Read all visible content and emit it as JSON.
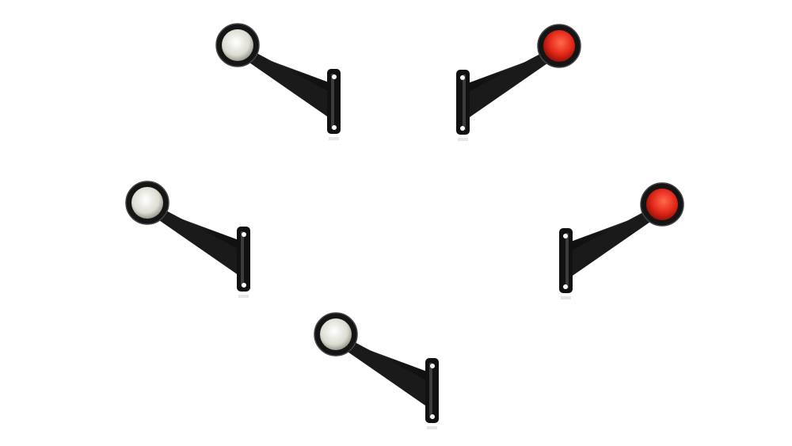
{
  "lamps": [
    {
      "name": "white-lamp-top-left",
      "lens": "white",
      "lens_color": "#e8e8e0",
      "facing": "left"
    },
    {
      "name": "red-lamp-top-right",
      "lens": "red",
      "lens_color": "#e52a1c",
      "facing": "right"
    },
    {
      "name": "white-lamp-middle-left",
      "lens": "white",
      "lens_color": "#e8e8e0",
      "facing": "left"
    },
    {
      "name": "red-lamp-middle-right",
      "lens": "red",
      "lens_color": "#e52a1c",
      "facing": "right"
    },
    {
      "name": "white-lamp-bottom-center",
      "lens": "white",
      "lens_color": "#e8e8e0",
      "facing": "left"
    }
  ],
  "colors": {
    "background": "#ffffff",
    "housing": "#141414",
    "arm_highlight": "#3a3a3a"
  }
}
